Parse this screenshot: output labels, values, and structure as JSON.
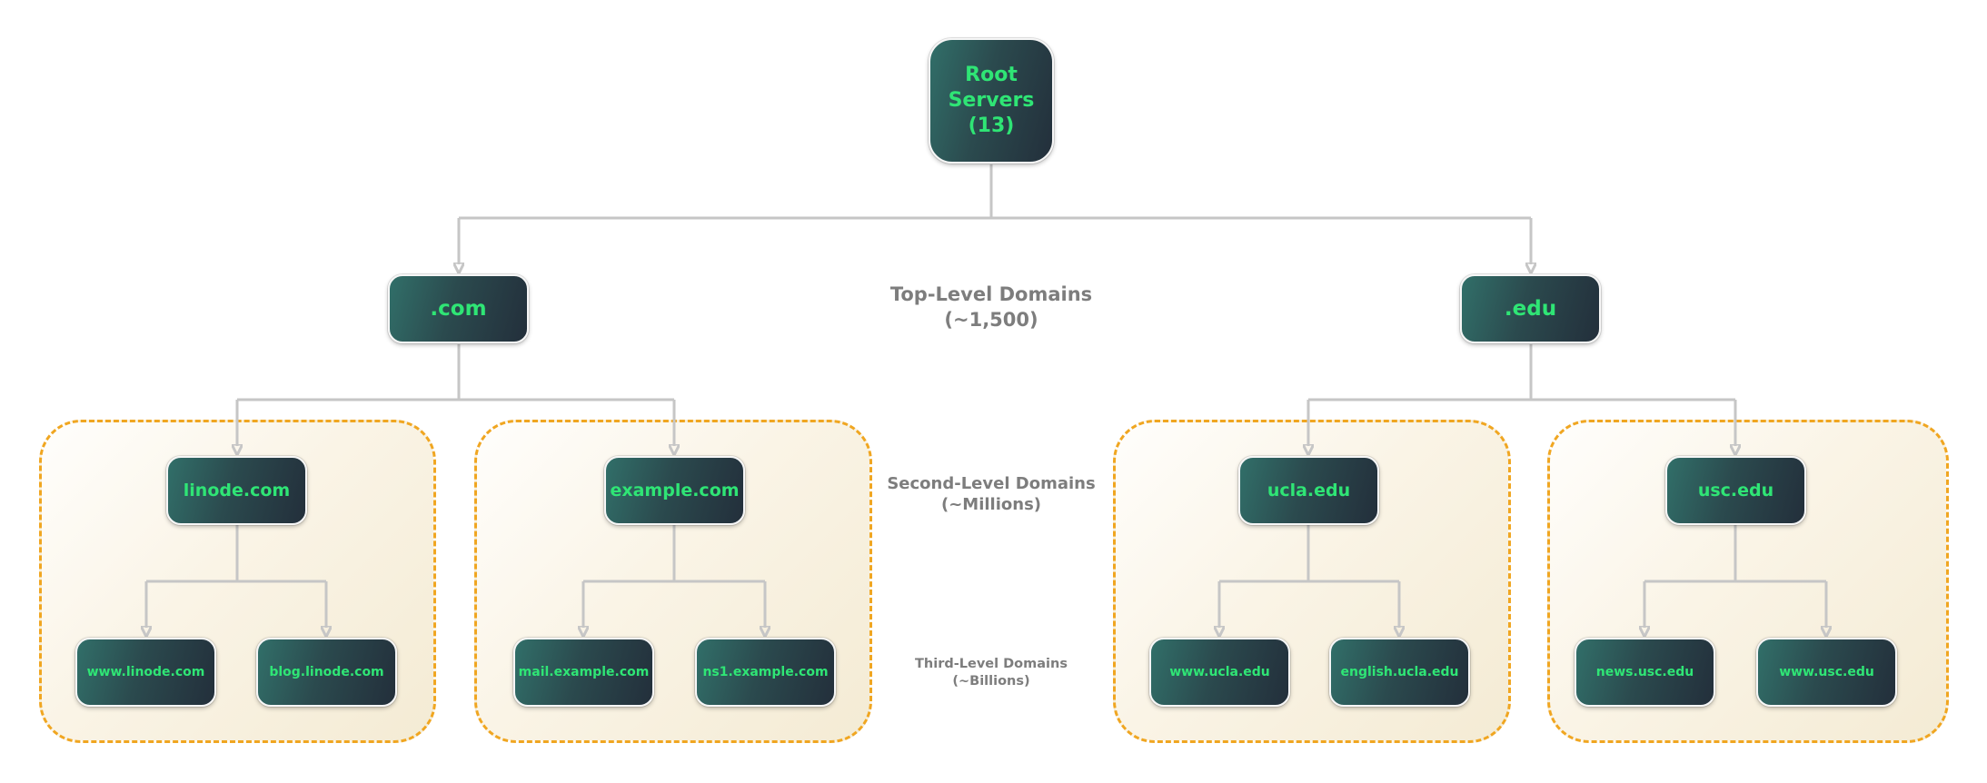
{
  "palette": {
    "node_gradient_start": "#316F69",
    "node_gradient_end": "#232F3B",
    "node_text_green": "#2FE575",
    "connector_gray": "#C6C6C6",
    "arrowhead_gray": "#B9B9B9",
    "group_border_orange": "#F0A621",
    "group_bg_start": "#FFFEFC",
    "group_bg_end": "#F4EBD4",
    "tier_label_gray": "#7D7D7D",
    "page_bg": "#FFFFFF"
  },
  "root": {
    "label": "Root Servers (13)"
  },
  "tiers": {
    "top": {
      "title": "Top-Level Domains",
      "count": "(~1,500)"
    },
    "second": {
      "title": "Second-Level Domains",
      "count": "(~Millions)"
    },
    "third": {
      "title": "Third-Level Domains",
      "count": "(~Billions)"
    }
  },
  "tlds": {
    "com": {
      "label": ".com"
    },
    "edu": {
      "label": ".edu"
    }
  },
  "second_level": {
    "linode": {
      "label": "linode.com",
      "parent": ".com"
    },
    "example": {
      "label": "example.com",
      "parent": ".com"
    },
    "ucla": {
      "label": "ucla.edu",
      "parent": ".edu"
    },
    "usc": {
      "label": "usc.edu",
      "parent": ".edu"
    }
  },
  "third_level": {
    "www_linode": {
      "label": "www.linode.com",
      "parent": "linode.com"
    },
    "blog_linode": {
      "label": "blog.linode.com",
      "parent": "linode.com"
    },
    "mail_example": {
      "label": "mail.example.com",
      "parent": "example.com"
    },
    "ns1_example": {
      "label": "ns1.example.com",
      "parent": "example.com"
    },
    "www_ucla": {
      "label": "www.ucla.edu",
      "parent": "ucla.edu"
    },
    "english_ucla": {
      "label": "english.ucla.edu",
      "parent": "ucla.edu"
    },
    "news_usc": {
      "label": "news.usc.edu",
      "parent": "usc.edu"
    },
    "www_usc": {
      "label": "www.usc.edu",
      "parent": "usc.edu"
    }
  }
}
